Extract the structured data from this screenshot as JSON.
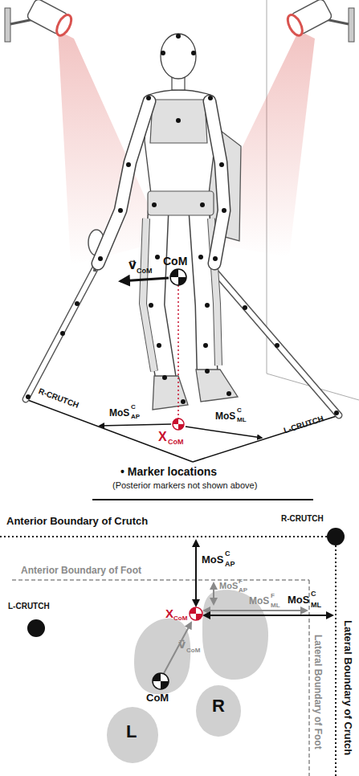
{
  "diagram": {
    "labels": [
      "CoM",
      "v⃗",
      "CoM",
      "R-CRUTCH",
      "L-CRUTCH",
      "MoS",
      "C",
      "AP",
      "MoS",
      "C",
      "ML",
      "X",
      "CoM",
      "• Marker locations",
      "(Posterior markers not shown above)",
      "Anterior Boundary of Crutch",
      "R-CRUTCH",
      "L-CRUTCH",
      "Anterior Boundary of Foot",
      "MoS",
      "C",
      "AP",
      "MoS",
      "F",
      "AP",
      "MoS",
      "F",
      "ML",
      "MoS",
      "C",
      "ML",
      "X",
      "CoM",
      "CoM",
      "v⃗",
      "CoM",
      "L",
      "R",
      "Lateral Boundary of Foot",
      "Lateral Boundary of Crutch"
    ]
  }
}
